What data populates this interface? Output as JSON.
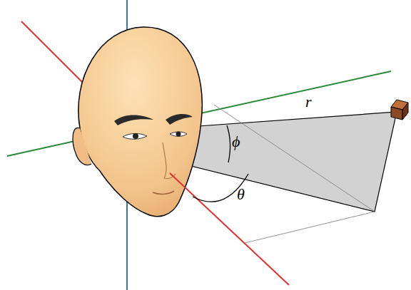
{
  "diagram": {
    "labels": [
      "r",
      "ϕ",
      "θ"
    ]
  }
}
